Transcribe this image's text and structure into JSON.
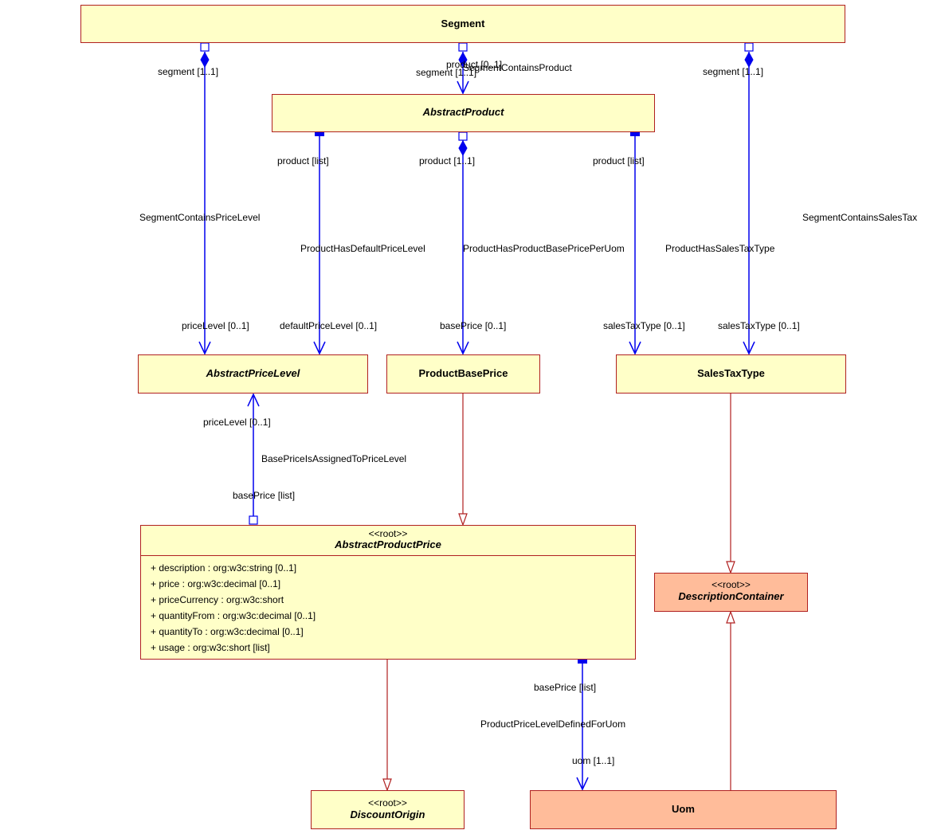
{
  "classes": {
    "segment": {
      "name": "Segment"
    },
    "abstract_product": {
      "name": "AbstractProduct"
    },
    "abstract_price_level": {
      "name": "AbstractPriceLevel"
    },
    "product_base_price": {
      "name": "ProductBasePrice"
    },
    "sales_tax_type": {
      "name": "SalesTaxType"
    },
    "abstract_product_price": {
      "stereotype": "<<root>>",
      "name": "AbstractProductPrice",
      "attributes": [
        "+ description : org:w3c:string [0..1]",
        "+ price : org:w3c:decimal [0..1]",
        "+ priceCurrency : org:w3c:short",
        "+ quantityFrom : org:w3c:decimal [0..1]",
        "+ quantityTo : org:w3c:decimal [0..1]",
        "+ usage : org:w3c:short [list]"
      ]
    },
    "description_container": {
      "stereotype": "<<root>>",
      "name": "DescriptionContainer"
    },
    "discount_origin": {
      "stereotype": "<<root>>",
      "name": "DiscountOrigin"
    },
    "uom": {
      "name": "Uom"
    }
  },
  "associations": {
    "segment_contains_price_level": {
      "name": "SegmentContainsPriceLevel",
      "source_role": "segment [1..1]",
      "target_role": "priceLevel [0..1]"
    },
    "segment_contains_product": {
      "name": "SegmentContainsProduct",
      "source_role": "segment [1..1]",
      "target_role": "product [0..1]"
    },
    "segment_contains_sales_tax": {
      "name": "SegmentContainsSalesTax",
      "source_role": "segment [1..1]",
      "target_role": "salesTaxType [0..1]"
    },
    "product_has_default_price_level": {
      "name": "ProductHasDefaultPriceLevel",
      "source_role": "product [list]",
      "target_role": "defaultPriceLevel [0..1]"
    },
    "product_has_base_price_per_uom": {
      "name": "ProductHasProductBasePricePerUom",
      "source_role": "product [1..1]",
      "target_role": "basePrice [0..1]"
    },
    "product_has_sales_tax_type": {
      "name": "ProductHasSalesTaxType",
      "source_role": "product [list]",
      "target_role": "salesTaxType [0..1]"
    },
    "base_price_assigned_to_price_level": {
      "name": "BasePriceIsAssignedToPriceLevel",
      "source_role": "basePrice [list]",
      "target_role": "priceLevel [0..1]"
    },
    "product_price_level_defined_for_uom": {
      "name": "ProductPriceLevelDefinedForUom",
      "source_role": "basePrice [list]",
      "target_role": "uom [1..1]"
    }
  },
  "colors": {
    "class_fill": "#ffffc8",
    "root_fill_salmon": "#ffbc9a",
    "class_border": "#b02020",
    "association": "#0000ee",
    "generalization": "#b02020"
  }
}
